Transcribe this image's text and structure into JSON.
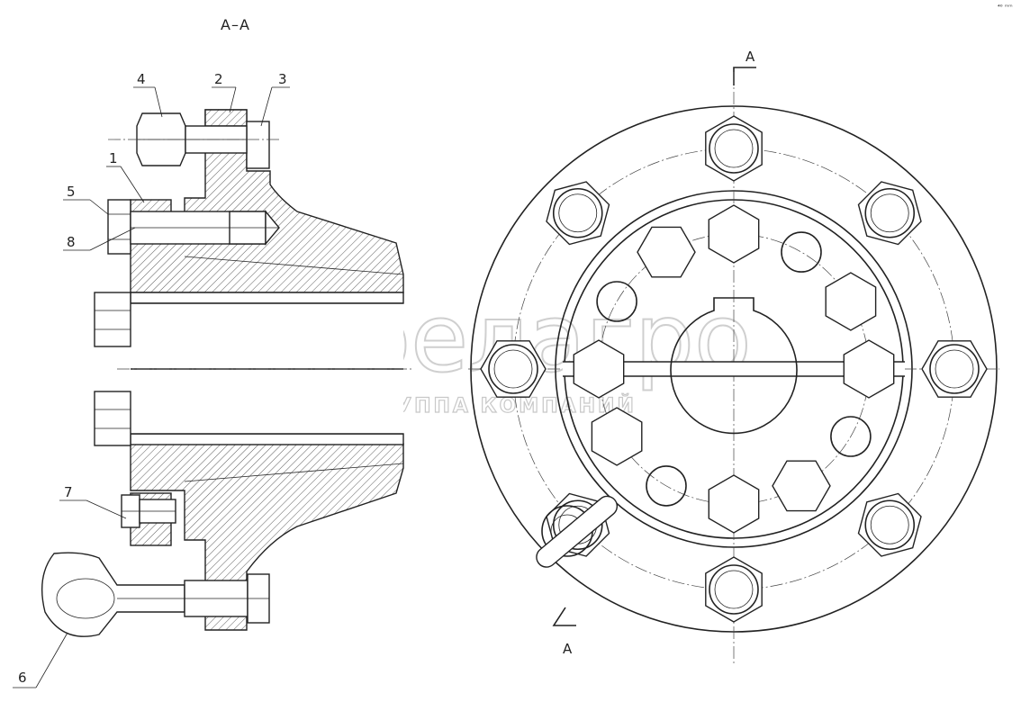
{
  "section_view": {
    "title": "А–А",
    "callouts": [
      "1",
      "2",
      "3",
      "4",
      "5",
      "6",
      "7",
      "8"
    ]
  },
  "front_view": {
    "section_mark_top": "А",
    "section_mark_bottom": "А"
  },
  "watermark": {
    "brand": "белагро",
    "tagline": "ГРУППА КОМПАНИЙ"
  },
  "corner_mark": "⁴⁰ ᵐᵐ"
}
